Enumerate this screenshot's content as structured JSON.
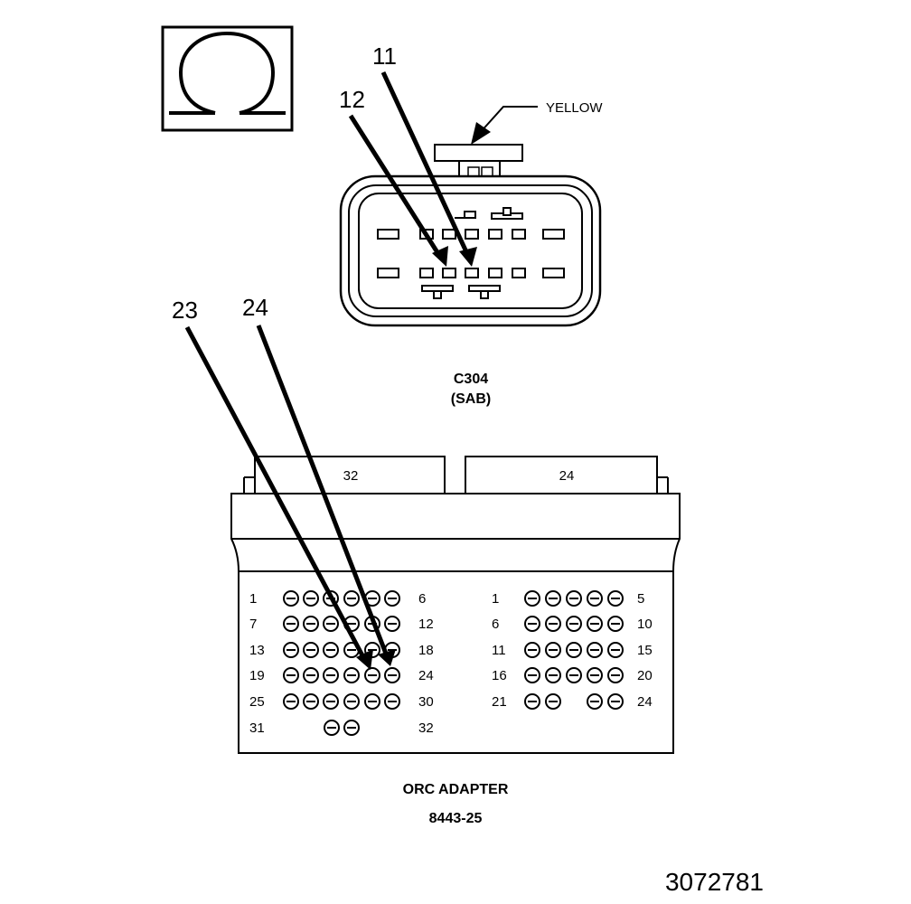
{
  "symbol": {
    "name": "ohm-icon",
    "glyph": "Ω"
  },
  "c304": {
    "label": "C304",
    "sublabel": "(SAB)",
    "color_callout": "YELLOW",
    "callouts": [
      "11",
      "12"
    ]
  },
  "adapter": {
    "title": "ORC ADAPTER",
    "part_number": "8443-25",
    "callouts": [
      "23",
      "24"
    ],
    "left_block": {
      "header": "32",
      "rows": [
        {
          "start": "1",
          "end": "6"
        },
        {
          "start": "7",
          "end": "12"
        },
        {
          "start": "13",
          "end": "18"
        },
        {
          "start": "19",
          "end": "24"
        },
        {
          "start": "25",
          "end": "30"
        },
        {
          "start": "31",
          "end": "32"
        }
      ]
    },
    "right_block": {
      "header": "24",
      "rows": [
        {
          "start": "1",
          "end": "5"
        },
        {
          "start": "6",
          "end": "10"
        },
        {
          "start": "11",
          "end": "15"
        },
        {
          "start": "16",
          "end": "20"
        },
        {
          "start": "21",
          "end": "24"
        }
      ]
    }
  },
  "document_number": "3072781"
}
